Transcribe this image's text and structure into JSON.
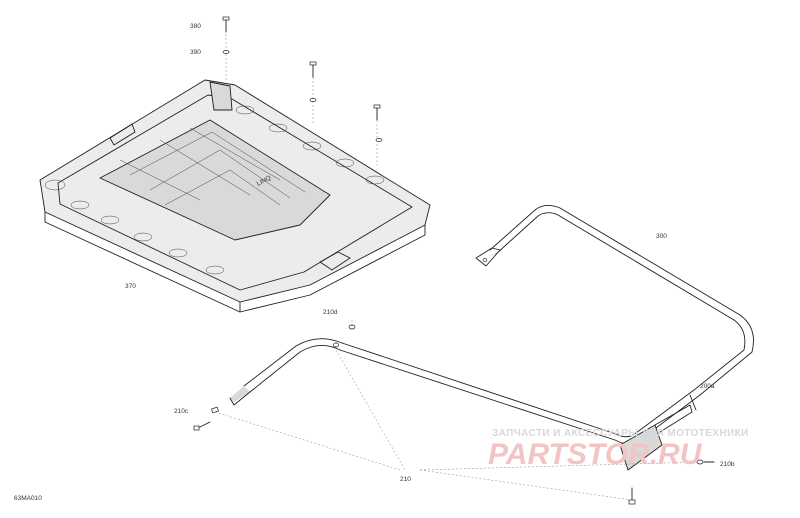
{
  "callouts": {
    "c380": "380",
    "c390": "390",
    "c370": "370",
    "c300": "300",
    "c210d": "210d",
    "c210c": "210c",
    "c200a": "200a",
    "c210b": "210b",
    "c210": "210"
  },
  "drawing_code": "63MA010",
  "rack_badge": "LINQ",
  "watermark": {
    "line1": "ЗАПЧАСТИ И АКСЕССУАРЫ ДЛЯ МОТОТЕХНИКИ",
    "line2": "PARTSTOR.RU"
  },
  "colors": {
    "line": "#222222",
    "shade": "#d9d9d9",
    "watermark": "#f2c4c4"
  }
}
